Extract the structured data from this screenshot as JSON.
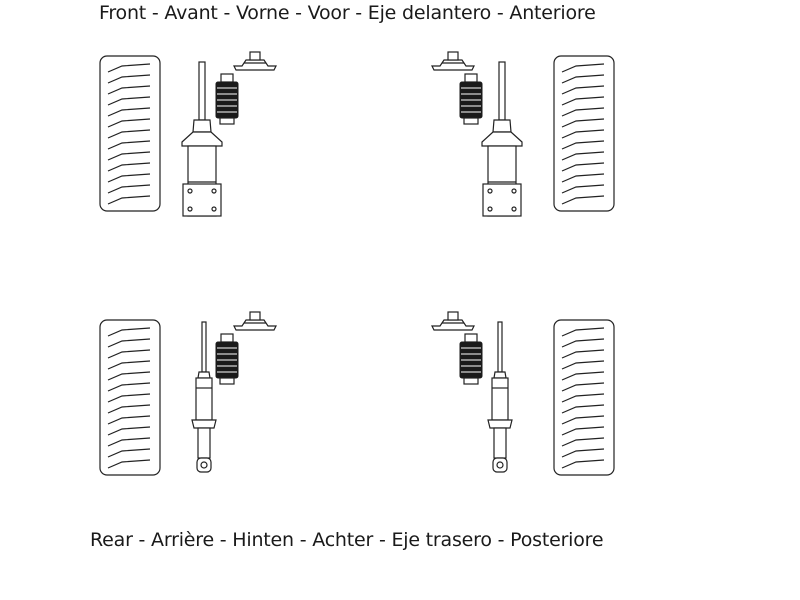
{
  "captions": {
    "front": "Front - Avant - Vorne - Voor - Eje delantero - Anteriore",
    "rear": "Rear - Arrière - Hinten - Achter - Eje trasero - Posteriore"
  },
  "colors": {
    "line": "#222222",
    "background": "#ffffff"
  },
  "positions": [
    {
      "axle": "front",
      "side": "left",
      "strut": "strut-with-bracket"
    },
    {
      "axle": "front",
      "side": "right",
      "strut": "strut-with-bracket"
    },
    {
      "axle": "rear",
      "side": "left",
      "strut": "shock-eye-mount"
    },
    {
      "axle": "rear",
      "side": "right",
      "strut": "shock-eye-mount"
    }
  ]
}
